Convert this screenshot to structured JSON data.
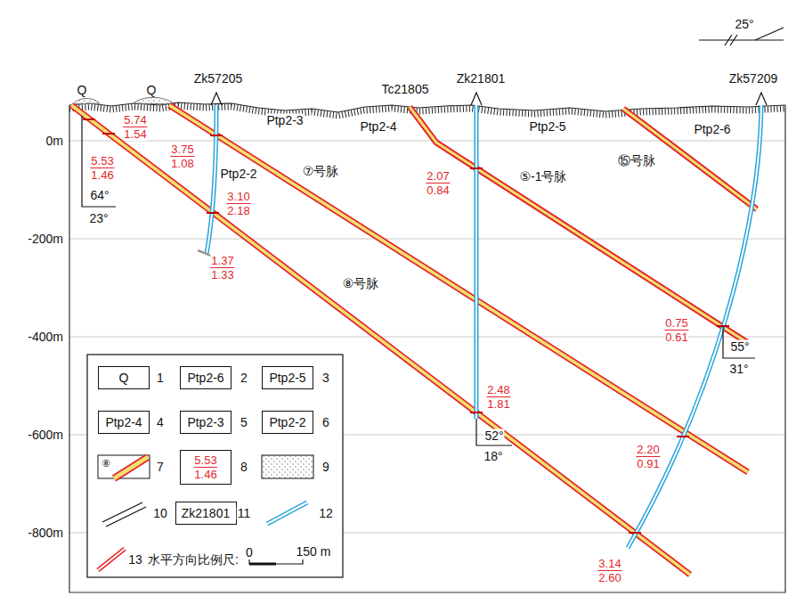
{
  "diagram": {
    "nodes": [
      {
        "text": [
          "Q"
        ]
      },
      {
        "text": [
          "Ptp2-6"
        ]
      },
      {
        "text": [
          "Ptp2-5"
        ]
      },
      {
        "text": [
          "Ptp2-4"
        ]
      },
      {
        "text": [
          "Ptp2-3"
        ]
      },
      {
        "text": [
          "Ptp2-2"
        ]
      },
      {
        "text": [
          "5.53",
          "1.46"
        ]
      },
      {
        "text": [
          "Zk21801"
        ]
      }
    ],
    "labels": [
      "25°",
      "Q",
      "Q",
      "Zk57205",
      "Tc21805",
      "Zk21801",
      "Zk57209",
      "Ptp2-3",
      "Ptp2-4",
      "Ptp2-5",
      "Ptp2-6",
      "Ptp2-2",
      "0m",
      "-200m",
      "-400m",
      "-600m",
      "-800m",
      "5.74",
      "1.54",
      "5.53",
      "1.46",
      "3.75",
      "1.08",
      "64°",
      "23°",
      "⑦号脉",
      "⑤-1号脉",
      "⑮号脉",
      "2.07",
      "0.84",
      "3.10",
      "2.18",
      "1.37",
      "1.33",
      "⑧号脉",
      "0.75",
      "0.61",
      "55°",
      "31°",
      "2.48",
      "1.81",
      "52°",
      "18°",
      "2.20",
      "0.91",
      "3.14",
      "2.60",
      "⑧",
      "水平方向比例尺:",
      "0",
      "150 m"
    ],
    "legend": [
      {
        "text": "1"
      },
      {
        "text": "2"
      },
      {
        "text": "3"
      },
      {
        "text": "4"
      },
      {
        "text": "5"
      },
      {
        "text": "6"
      },
      {
        "text": "7"
      },
      {
        "text": "8"
      },
      {
        "text": "9"
      },
      {
        "text": "10"
      },
      {
        "text": "11"
      },
      {
        "text": "12"
      },
      {
        "text": "13"
      }
    ]
  }
}
